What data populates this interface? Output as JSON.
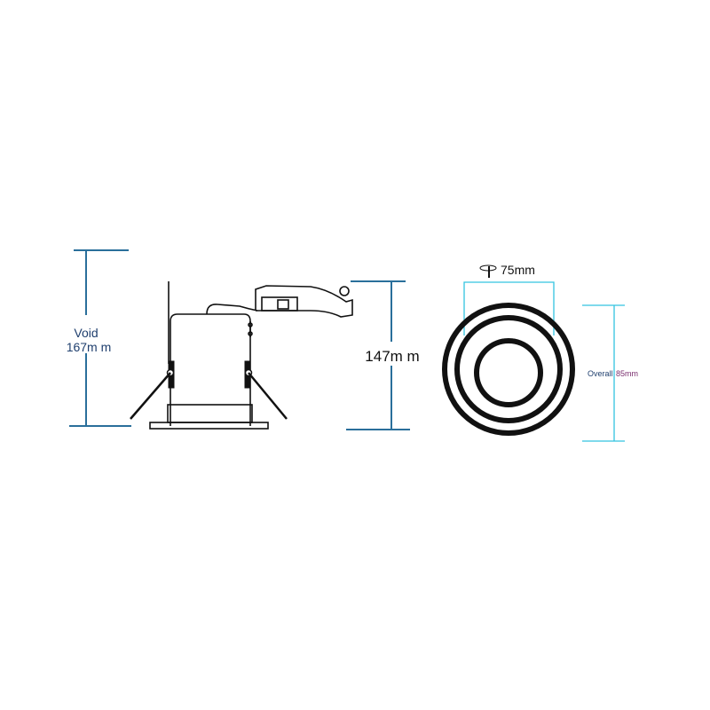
{
  "colors": {
    "dimension_line": "#2a6f9b",
    "dimension_line_light": "#33c4e0",
    "outline": "#111111",
    "label": "#1f3f6e"
  },
  "side_view": {
    "void_label": "Void",
    "void_value": "167m m",
    "height_value": "147m m"
  },
  "front_view": {
    "cutout_value": "75mm",
    "cutout_icon": "drill-bit-icon",
    "overall_label": "Overall",
    "overall_value": "85mm"
  }
}
